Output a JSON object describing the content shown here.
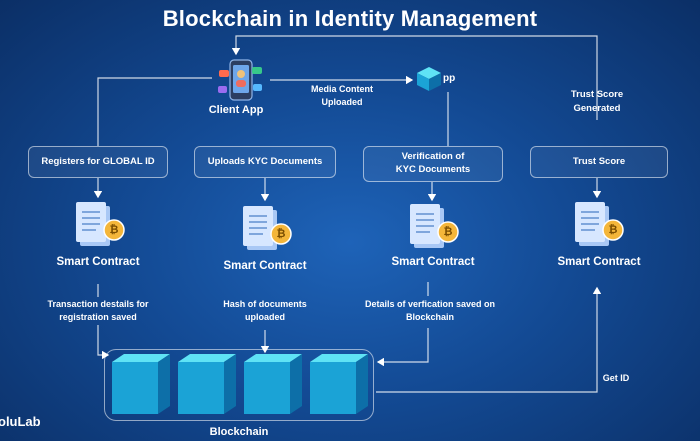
{
  "title": "Blockchain in Identity Management",
  "client_app": {
    "label": "Client App"
  },
  "app_node": {
    "label": "pp"
  },
  "steps": [
    {
      "text": "Registers for GLOBAL ID"
    },
    {
      "text": "Uploads KYC Documents"
    },
    {
      "text": "Verification  of KYC Documents"
    },
    {
      "text": "Trust Score"
    }
  ],
  "edge_labels": {
    "media_content": "Media Content Uploaded",
    "trust_generated": "Trust Score Generated",
    "transaction_details": "Transaction destails for registration saved",
    "hash_documents": "Hash of documents uploaded",
    "verification_details": "Details of verfication saved on Blockchain",
    "get_id": "Get ID"
  },
  "smart_contract_label": "Smart Contract",
  "coin_symbol": "₿",
  "blockchain_label": "Blockchain",
  "brand": "oluLab",
  "colors": {
    "cube_top": "#5fe3f5",
    "cube_front": "#1ba3d6",
    "cube_side": "#0d6fa8",
    "coin": "#f4b63a",
    "document": "#d7e7ff"
  }
}
